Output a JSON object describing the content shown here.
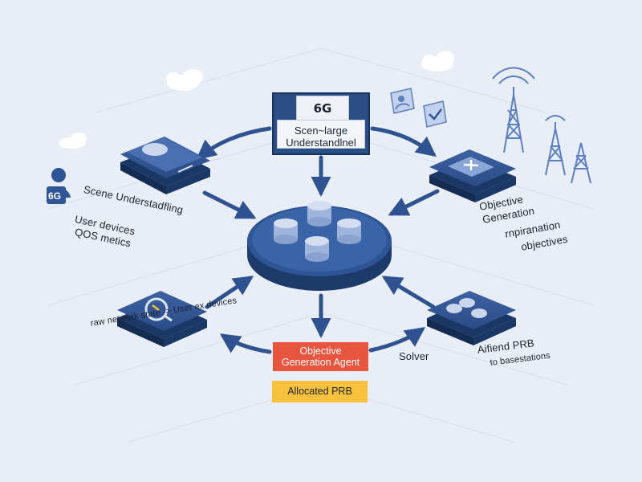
{
  "diagram": {
    "center_node": {
      "badge": "6G",
      "line1": "Scen~large",
      "line2": "Understandlnel"
    },
    "left_top": {
      "user_badge": "6G",
      "label": "Scene Understadfling",
      "sub1": "User devices",
      "sub2": "QOS metics"
    },
    "right_top": {
      "label1": "Objective",
      "label2": "Generation",
      "sub1": "rnpiranation",
      "sub2": "objectives"
    },
    "left_bottom": {
      "label": "raw network state -> User ex devices"
    },
    "right_bottom": {
      "solver": "Solver",
      "label1": "Aifiend PRB",
      "label2": "to basestations"
    },
    "agent": {
      "line1": "Objective",
      "line2": "Generation Agent"
    },
    "allocated": "Allocated PRB"
  },
  "colors": {
    "background": "#e9eef6",
    "node_dark": "#25467c",
    "node_mid": "#34589a",
    "cylinder": "#b3c4e2",
    "arrow": "#2f5390",
    "agent": "#e8553e",
    "allocated": "#f7c03d",
    "tower": "#5b7fc0"
  }
}
